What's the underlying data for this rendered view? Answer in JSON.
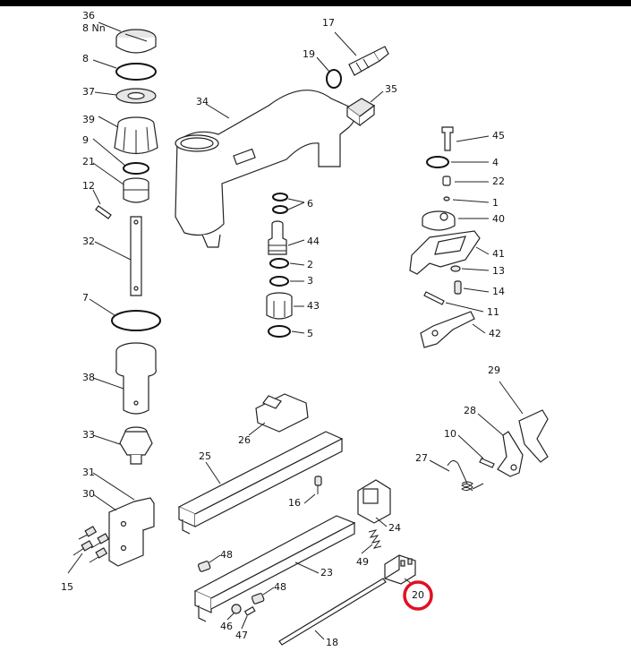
{
  "diagram": {
    "highlight_color": "#e01020",
    "callouts": {
      "p36": "36",
      "nm": "8 Nn",
      "p8": "8",
      "p37": "37",
      "p39": "39",
      "p9": "9",
      "p21": "21",
      "p12": "12",
      "p32": "32",
      "p7": "7",
      "p38": "38",
      "p33": "33",
      "p31": "31",
      "p30": "30",
      "p15": "15",
      "p17": "17",
      "p19": "19",
      "p35": "35",
      "p34": "34",
      "p6": "6",
      "p44": "44",
      "p2": "2",
      "p3": "3",
      "p43": "43",
      "p5": "5",
      "p45": "45",
      "p4": "4",
      "p22": "22",
      "p1": "1",
      "p40": "40",
      "p41": "41",
      "p13": "13",
      "p14": "14",
      "p11": "11",
      "p42": "42",
      "p29": "29",
      "p28": "28",
      "p10": "10",
      "p27": "27",
      "p26": "26",
      "p25": "25",
      "p16": "16",
      "p24": "24",
      "p49": "49",
      "p48a": "48",
      "p23": "23",
      "p48b": "48",
      "p46": "46",
      "p47": "47",
      "p18": "18",
      "p20": "20"
    }
  }
}
